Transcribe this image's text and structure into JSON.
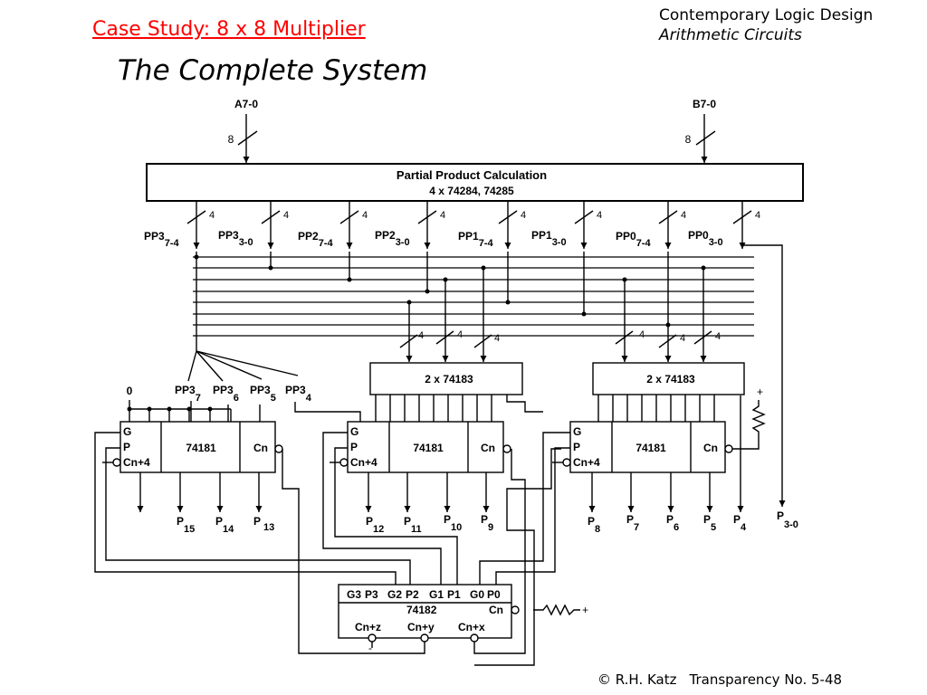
{
  "header": {
    "case_study": "Case Study: 8 x 8 Multiplier",
    "title": "The Complete System",
    "course": "Contemporary Logic Design",
    "chapter": "Arithmetic Circuits"
  },
  "footer": {
    "copyright": "© R.H. Katz",
    "transparency": "Transparency No. 5-48"
  },
  "colors": {
    "accent": "#ff0000",
    "ink": "#000000"
  },
  "inputs": {
    "a": {
      "label": "A7-0",
      "width": "8"
    },
    "b": {
      "label": "B7-0",
      "width": "8"
    }
  },
  "ppc": {
    "title": "Partial Product Calculation",
    "subtitle": "4 x 74284, 74285"
  },
  "bus_width": "4",
  "partial_products": [
    {
      "main": "PP3",
      "sub": "7-4"
    },
    {
      "main": "PP3",
      "sub": "3-0"
    },
    {
      "main": "PP2",
      "sub": "7-4"
    },
    {
      "main": "PP2",
      "sub": "3-0"
    },
    {
      "main": "PP1",
      "sub": "7-4"
    },
    {
      "main": "PP1",
      "sub": "3-0"
    },
    {
      "main": "PP0",
      "sub": "7-4"
    },
    {
      "main": "PP0",
      "sub": "3-0"
    }
  ],
  "adder_183": "2 x 74183",
  "zero_label": "0",
  "pp3_bits": [
    {
      "main": "PP3",
      "sub": "7"
    },
    {
      "main": "PP3",
      "sub": "6"
    },
    {
      "main": "PP3",
      "sub": "5"
    },
    {
      "main": "PP3",
      "sub": "4"
    }
  ],
  "alu": {
    "name": "74181",
    "g": "G",
    "p": "P",
    "cn4": "Cn+4",
    "cn": "Cn"
  },
  "outputs": [
    {
      "main": "P",
      "sub": "15"
    },
    {
      "main": "P",
      "sub": "14"
    },
    {
      "main": "P",
      "sub": "13"
    },
    {
      "main": "P",
      "sub": "12"
    },
    {
      "main": "P",
      "sub": "11"
    },
    {
      "main": "P",
      "sub": "10"
    },
    {
      "main": "P",
      "sub": "9"
    },
    {
      "main": "P",
      "sub": "8"
    },
    {
      "main": "P",
      "sub": "7"
    },
    {
      "main": "P",
      "sub": "6"
    },
    {
      "main": "P",
      "sub": "5"
    },
    {
      "main": "P",
      "sub": "4"
    },
    {
      "main": "P",
      "sub": "3-0"
    }
  ],
  "cla": {
    "pins_top": [
      "G3",
      "P3",
      "G2",
      "P2",
      "G1",
      "P1",
      "G0",
      "P0"
    ],
    "name": "74182",
    "cn": "Cn",
    "pins_bottom": [
      "Cn+z",
      "Cn+y",
      "Cn+x"
    ]
  },
  "supply": {
    "plus": "+",
    "minus": "-"
  }
}
